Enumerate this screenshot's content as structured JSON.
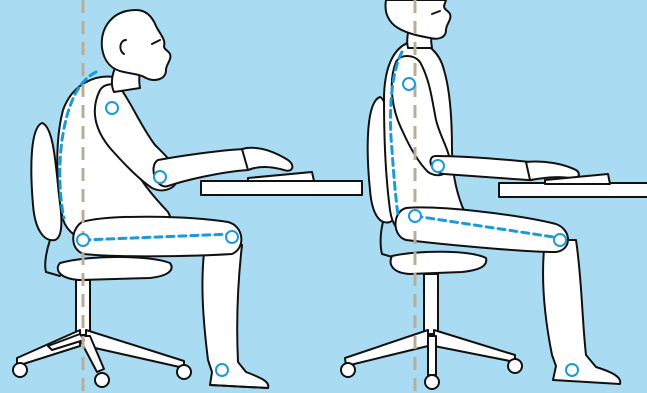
{
  "colors": {
    "background": "#a9dcf2",
    "body_fill": "#ffffff",
    "outline": "#111111",
    "posture_line": "#1a9bd9",
    "plumb_line": "#b9ad9a"
  },
  "figures": [
    {
      "id": "slouched",
      "icon": "slouched-sitting-figure"
    },
    {
      "id": "upright",
      "icon": "upright-sitting-figure"
    }
  ]
}
